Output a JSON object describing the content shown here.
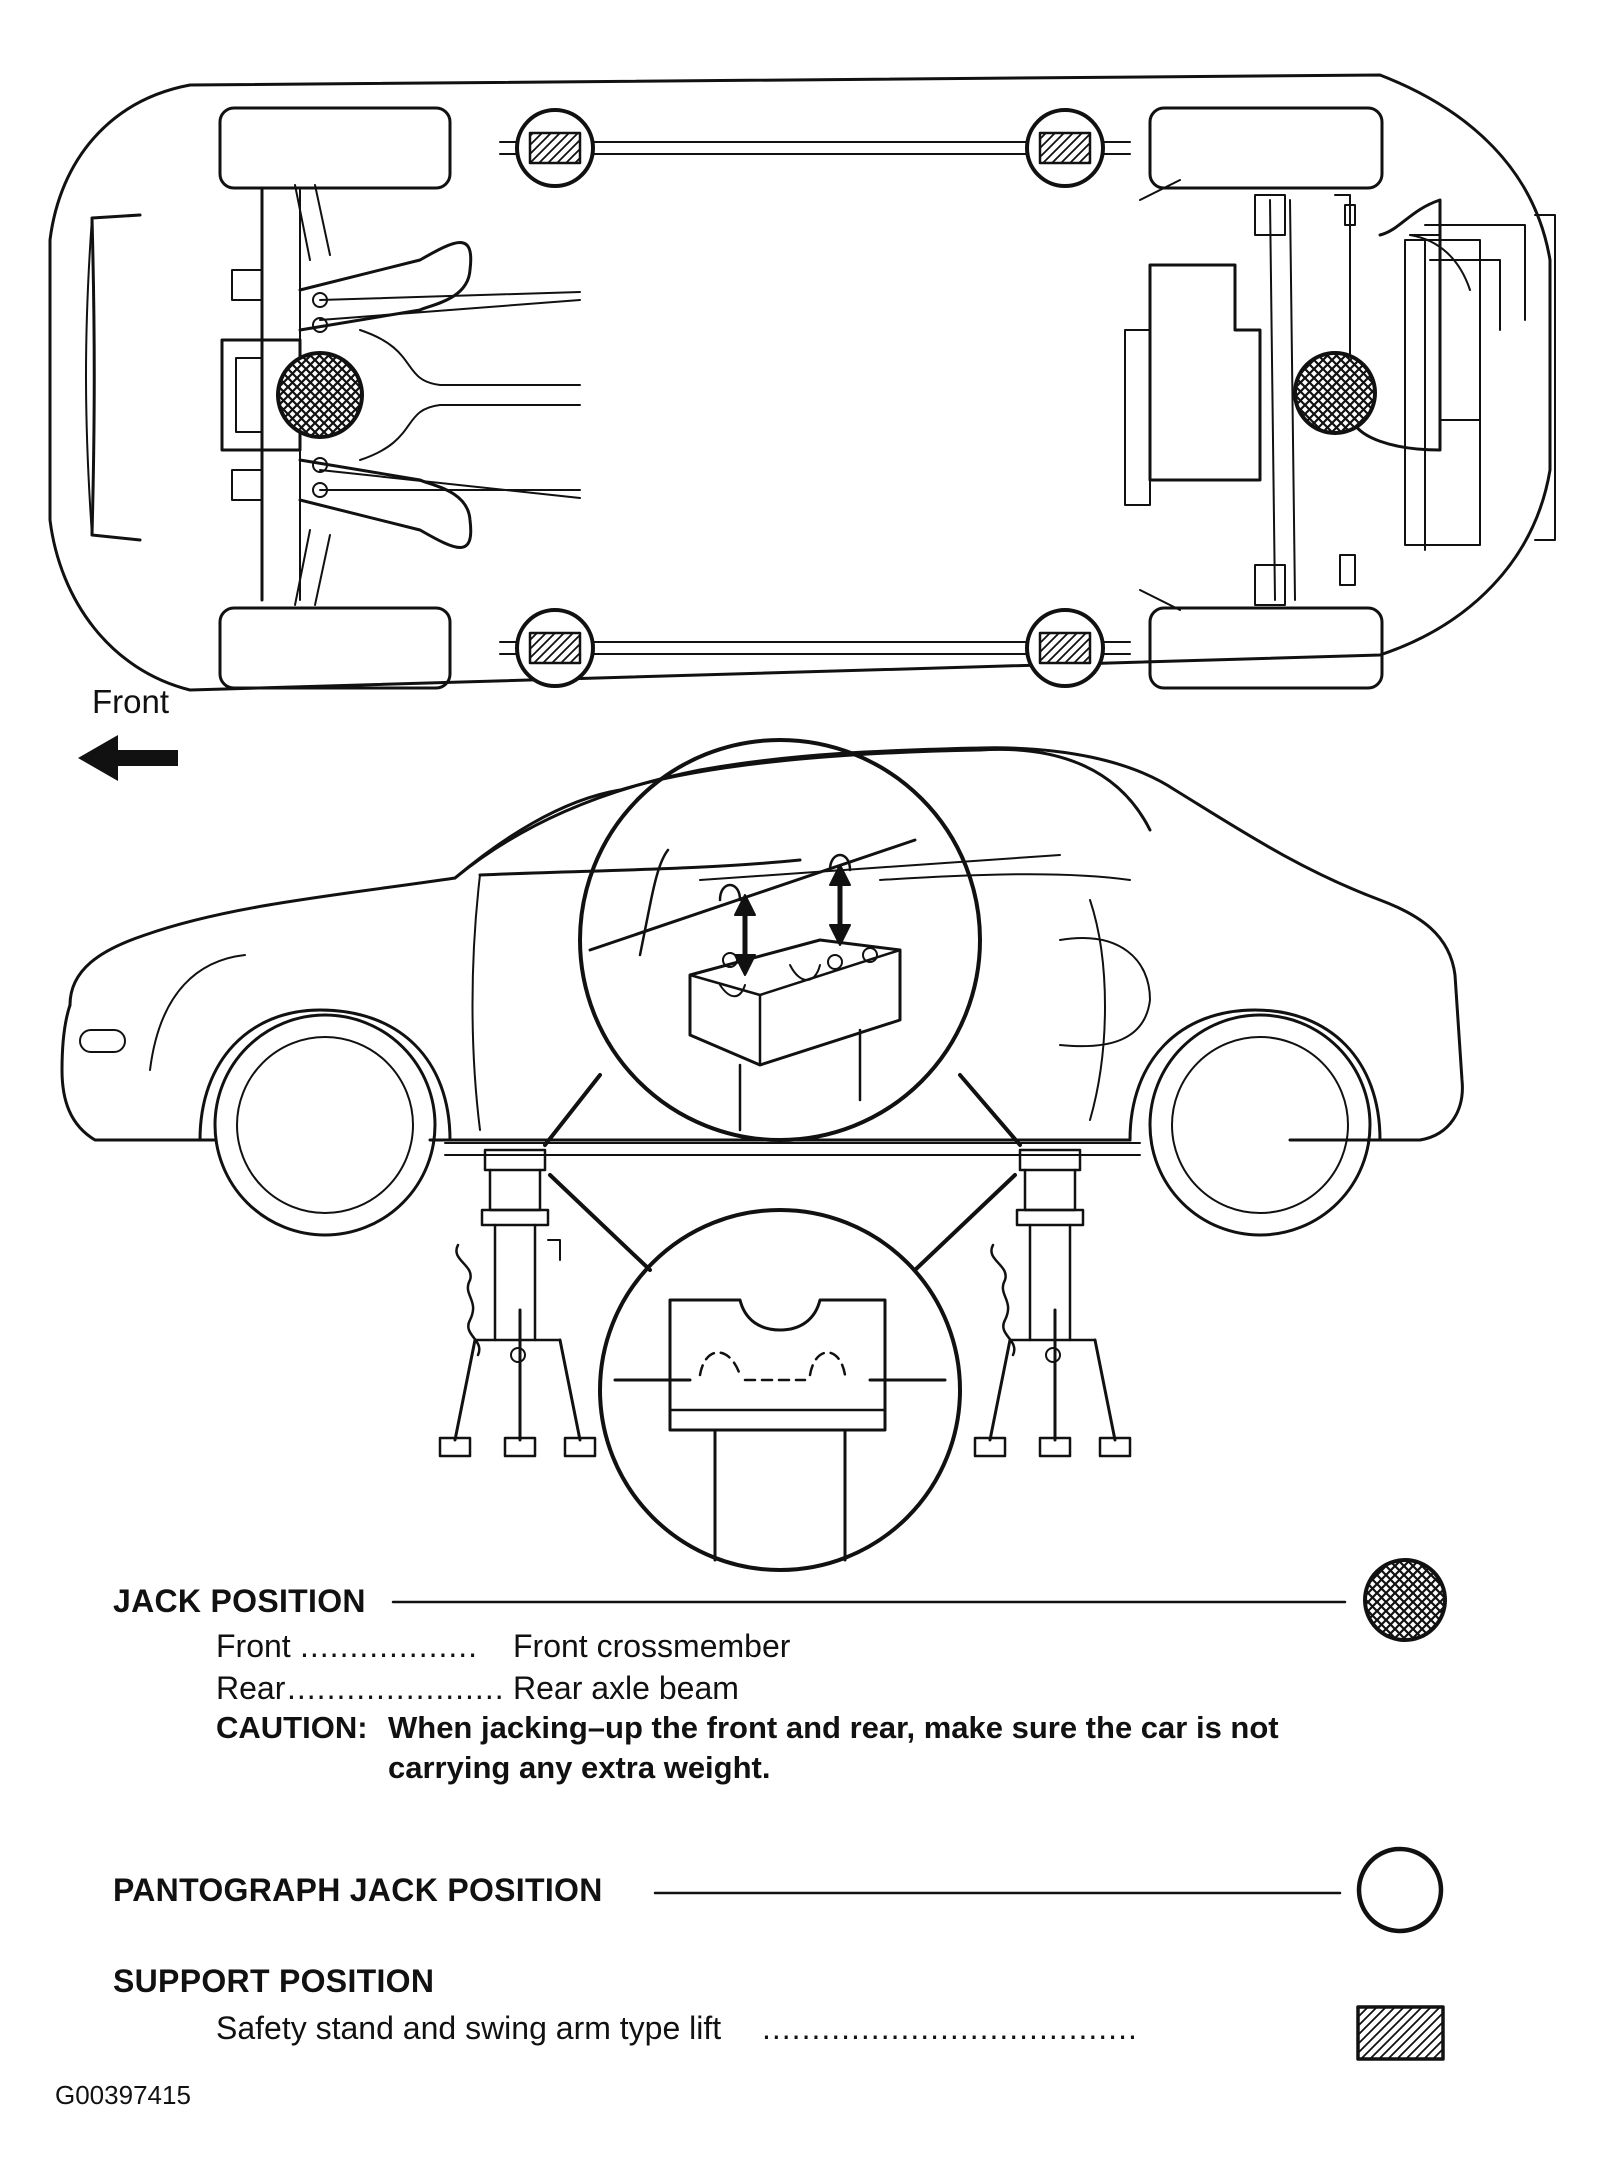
{
  "diagram": {
    "front_label": "Front"
  },
  "legend": {
    "jack_position": {
      "title": "JACK POSITION",
      "front_label": "Front",
      "front_dots": "..................",
      "front_value": "Front crossmember",
      "rear_label": "Rear",
      "rear_dots": "......................",
      "rear_value": "Rear axle beam",
      "caution_label": "CAUTION:",
      "caution_line1": "When jacking–up the front and rear, make sure the car is not",
      "caution_line2": "carrying any extra weight."
    },
    "pantograph_jack_position": {
      "title": "PANTOGRAPH JACK POSITION"
    },
    "support_position": {
      "title": "SUPPORT POSITION",
      "item": "Safety stand and swing arm type lift",
      "dots": "......................................"
    }
  },
  "figure_id": "G00397415",
  "colors": {
    "line": "#111111",
    "background": "#ffffff"
  }
}
